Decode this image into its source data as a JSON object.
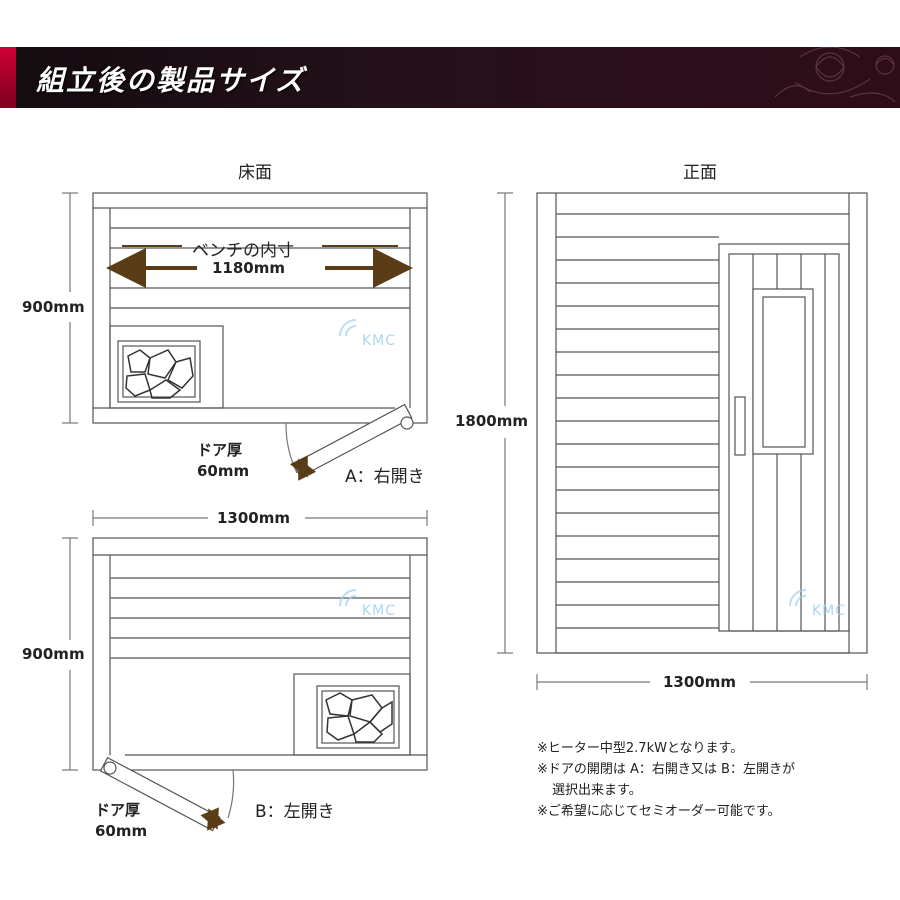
{
  "header": {
    "title": "組立後の製品サイズ"
  },
  "floor_view": {
    "title": "床面"
  },
  "front_view": {
    "title": "正面"
  },
  "dimensions": {
    "floor_depth_top": "900mm",
    "floor_depth_bottom": "900mm",
    "floor_width": "1300mm",
    "front_height": "1800mm",
    "front_width": "1300mm"
  },
  "bench": {
    "label": "ベンチの内寸",
    "width": "1180mm"
  },
  "door_a": {
    "thickness_label": "ドア厚",
    "thickness_value": "60mm",
    "opening_label": "A：右開き"
  },
  "door_b": {
    "thickness_label": "ドア厚",
    "thickness_value": "60mm",
    "opening_label": "B：左開き"
  },
  "notes": [
    "※ヒーター中型2.7kWとなります。",
    "※ドアの開閉は A：右開き又は B：左開きが",
    "選択出来ます。",
    "※ご希望に応じてセミオーダー可能です。"
  ],
  "watermark": "KMC",
  "colors": {
    "accent": "#d00034",
    "arrow": "#5a3c17",
    "line": "#555555"
  }
}
